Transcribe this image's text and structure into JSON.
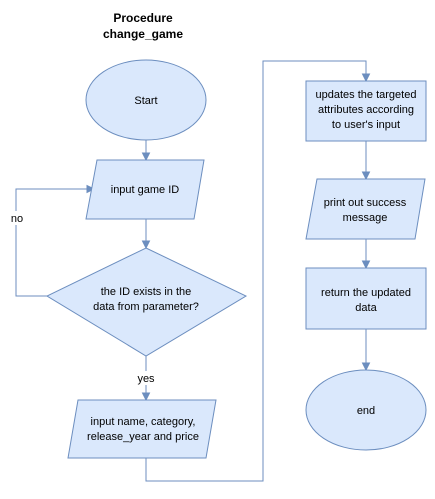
{
  "title": {
    "line1": "Procedure",
    "line2": "change_game"
  },
  "nodes": {
    "start": "Start",
    "input_id": "input game ID",
    "decision_line1": "the ID exists in the",
    "decision_line2": "data from parameter?",
    "input_fields_line1": "input name, category,",
    "input_fields_line2": "release_year and price",
    "update_line1": "updates the targeted",
    "update_line2": "attributes according",
    "update_line3": "to user's input",
    "print_line1": "print out success",
    "print_line2": "message",
    "return_line1": "return the updated",
    "return_line2": "data",
    "end": "end"
  },
  "edges": {
    "no_label": "no",
    "yes_label": "yes"
  },
  "colors": {
    "fill": "#dae8fc",
    "stroke": "#6c8ebf"
  }
}
